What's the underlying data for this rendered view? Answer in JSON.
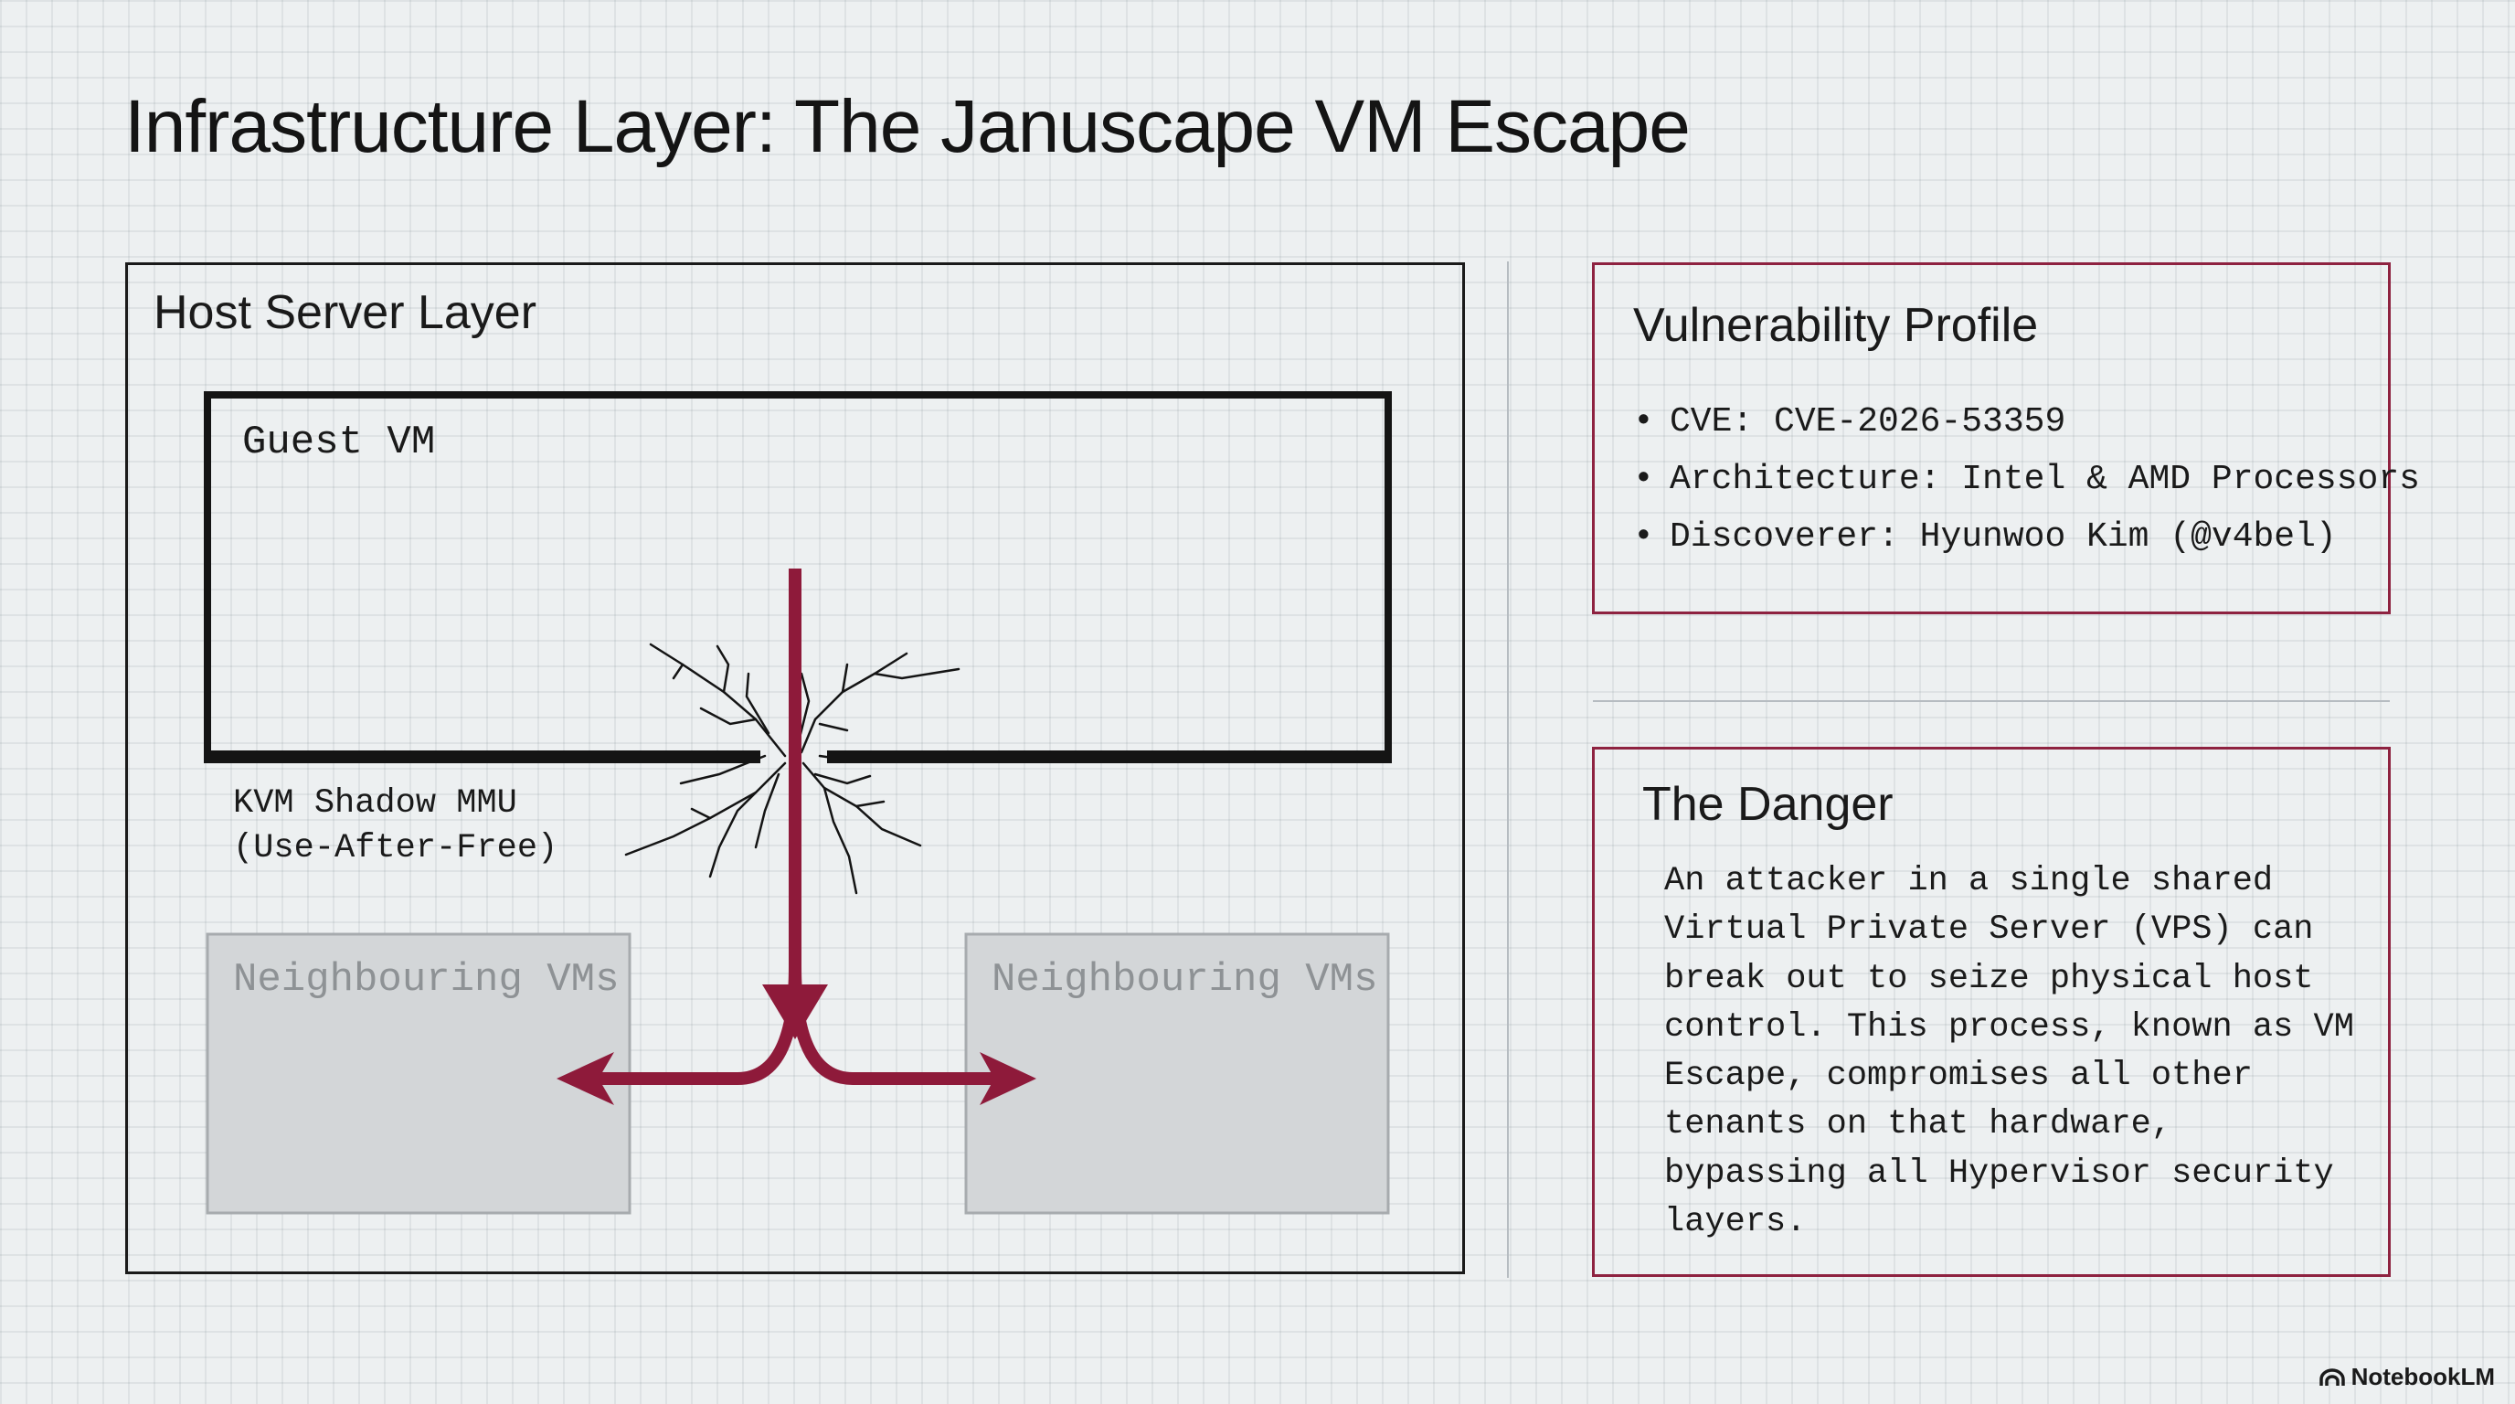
{
  "title": "Infrastructure Layer: The Januscape VM Escape",
  "diagram": {
    "host_label": "Host Server Layer",
    "guest_label": "Guest VM",
    "breach_label_line1": "KVM Shadow MMU",
    "breach_label_line2": "(Use-After-Free)",
    "neighbour_left_label": "Neighbouring VMs",
    "neighbour_right_label": "Neighbouring VMs",
    "accent_color": "#8e1a3a"
  },
  "profile": {
    "title": "Vulnerability Profile",
    "items": [
      "CVE: CVE-2026-53359",
      "Architecture: Intel & AMD Processors",
      "Discoverer: Hyunwoo Kim (@v4bel)"
    ]
  },
  "danger": {
    "title": "The Danger",
    "lines": [
      "An attacker in a single shared",
      "Virtual Private Server (VPS) can",
      "break out to seize physical host",
      "control. This process, known as VM",
      "Escape, compromises all other",
      "tenants on that hardware,",
      "bypassing all Hypervisor security",
      "layers."
    ]
  },
  "brand": {
    "name": "NotebookLM",
    "icon": "notebooklm-logo-icon"
  }
}
